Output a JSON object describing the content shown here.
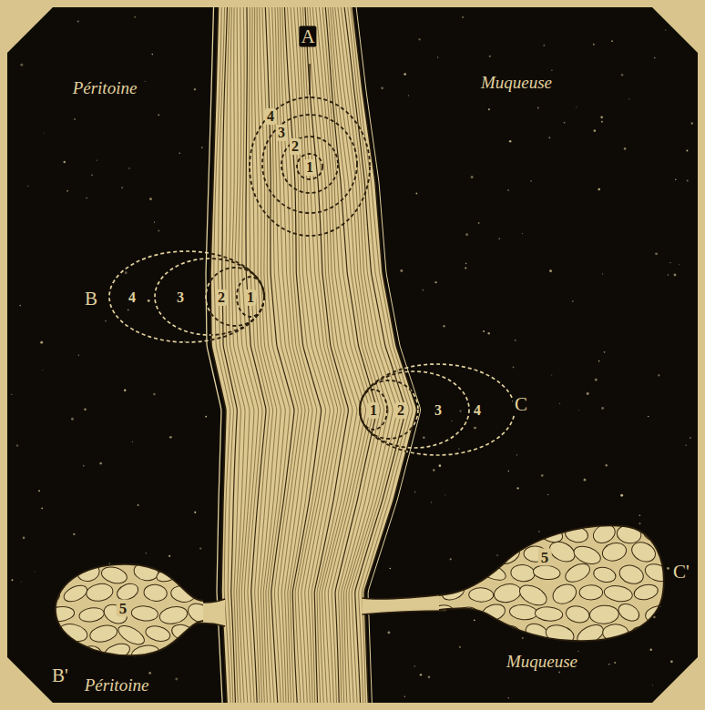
{
  "diagram": {
    "nodes": [
      {
        "text": [
          "5"
        ]
      },
      {
        "text": [
          "5"
        ]
      }
    ],
    "labels": [
      "A",
      "Péritoine",
      "Muqueuse",
      "4",
      "3",
      "2",
      "1",
      "B",
      "4",
      "3",
      "2",
      "1",
      "1",
      "2",
      "3",
      "4",
      "C",
      "B'",
      "Péritoine",
      "C'",
      "Muqueuse"
    ]
  }
}
